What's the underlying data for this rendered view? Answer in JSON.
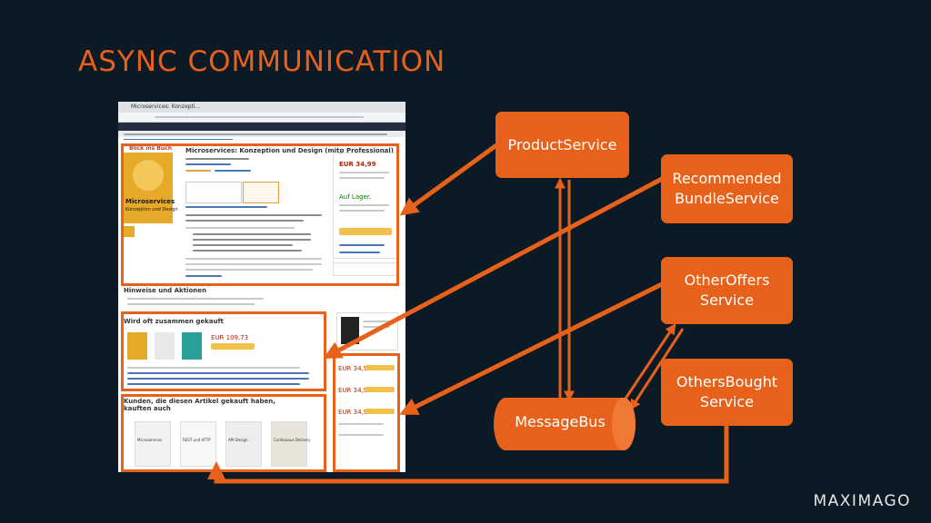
{
  "slide": {
    "title": "ASYNC COMMUNICATION",
    "brand": "MAXIMAGO"
  },
  "services": [
    {
      "label": "ProductService"
    },
    {
      "label": "Recommended\nBundleService"
    },
    {
      "label": "OtherOffers\nService"
    },
    {
      "label": "OthersBought\nService"
    }
  ],
  "bus": {
    "label": "MessageBus"
  },
  "screenshot": {
    "browser_tab": "Microservices: Konzepti...",
    "product_title": "Microservices: Konzeption und Design (mitp Professional)",
    "book_cover_title": "Microservices",
    "book_cover_subtitle": "Konzeption und Design",
    "cover_badge": "Blick ins Buch",
    "price_main": "EUR 34,99",
    "stock_status": "Auf Lager.",
    "section_frequently_bought": "Wird oft zusammen gekauft",
    "bundle_price": "EUR 109,73",
    "section_customers_also_bought": "Kunden, die diesen Artikel gekauft haben, kauften auch",
    "section_notes": "Hinweise und Aktionen",
    "reco_covers": [
      "Microservices",
      "REST und HTTP",
      "API-Design",
      "Continuous Delivery"
    ],
    "other_offers_prices": [
      "EUR 34,99",
      "EUR 34,99",
      "EUR 34,99"
    ]
  },
  "colors": {
    "accent": "#e8611a",
    "background": "#0c1a26",
    "text_light": "#ffffff"
  }
}
